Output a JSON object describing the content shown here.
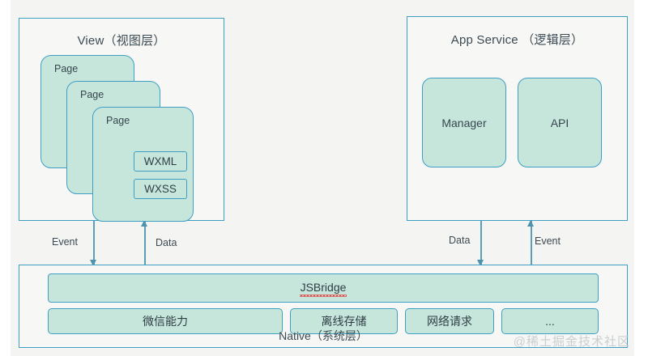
{
  "diagram": {
    "colors": {
      "background": "#f4f4f3",
      "panel_fill": "#f7f7f6",
      "border": "#3f9ec4",
      "box_fill": "#c6e6dc",
      "arrow": "#4d93ae",
      "text": "#3b4a52",
      "spellcheck_underline": "#e04a4a",
      "watermark": "#c9cfd1"
    },
    "view_panel": {
      "title": "View（视图层）",
      "pages": [
        {
          "label": "Page"
        },
        {
          "label": "Page"
        },
        {
          "label": "Page"
        }
      ],
      "front_page_chips": [
        {
          "label": "WXML"
        },
        {
          "label": "WXSS"
        }
      ]
    },
    "appservice_panel": {
      "title": "App Service （逻辑层）",
      "boxes": [
        {
          "label": "Manager"
        },
        {
          "label": "API"
        }
      ]
    },
    "connectors": [
      {
        "label": "Event",
        "direction": "down",
        "from": "View",
        "to": "Native"
      },
      {
        "label": "Data",
        "direction": "up",
        "from": "Native",
        "to": "View"
      },
      {
        "label": "Data",
        "direction": "down",
        "from": "App Service",
        "to": "Native"
      },
      {
        "label": "Event",
        "direction": "up",
        "from": "Native",
        "to": "App Service"
      }
    ],
    "native_panel": {
      "label": "Native（系统层）",
      "bridge": {
        "label": "JSBridge",
        "spellcheck_flagged": true
      },
      "capabilities": [
        {
          "label": "微信能力"
        },
        {
          "label": "离线存储"
        },
        {
          "label": "网络请求"
        },
        {
          "label": "..."
        }
      ]
    },
    "watermark": "@稀土掘金技术社区"
  }
}
